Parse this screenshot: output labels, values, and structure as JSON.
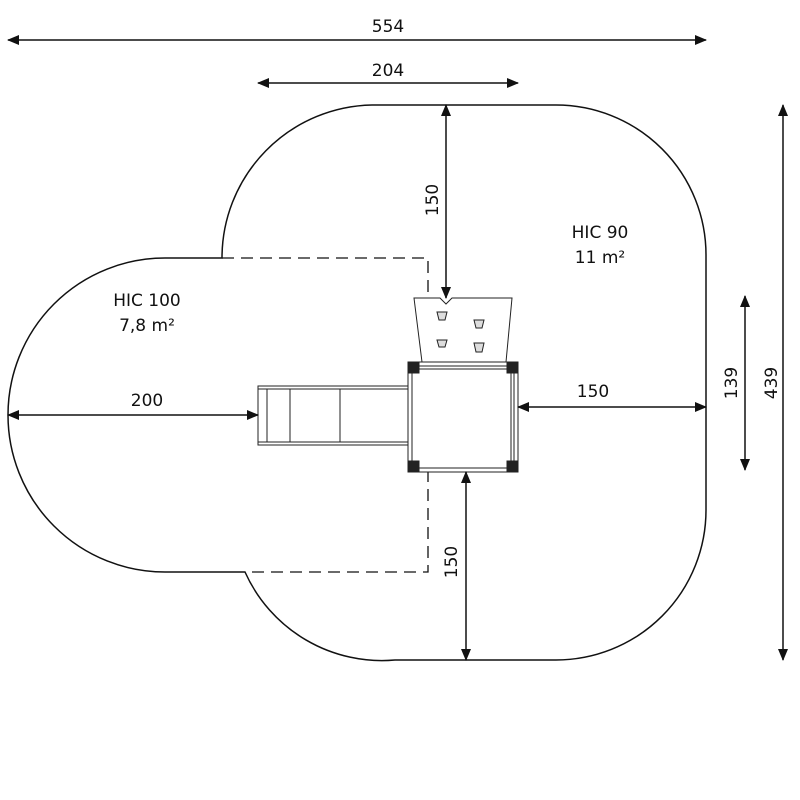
{
  "dimensions": {
    "total_width": "554",
    "tower_width": "204",
    "top_clearance": "150",
    "right_clearance": "150",
    "slide_clearance": "200",
    "bottom_clearance": "150",
    "tower_depth": "139",
    "total_depth": "439"
  },
  "zones": {
    "left": {
      "hic": "HIC 100",
      "area": "7,8 m²"
    },
    "right": {
      "hic": "HIC 90",
      "area": "11 m²"
    }
  },
  "colors": {
    "line": "#111111",
    "background": "#ffffff"
  }
}
